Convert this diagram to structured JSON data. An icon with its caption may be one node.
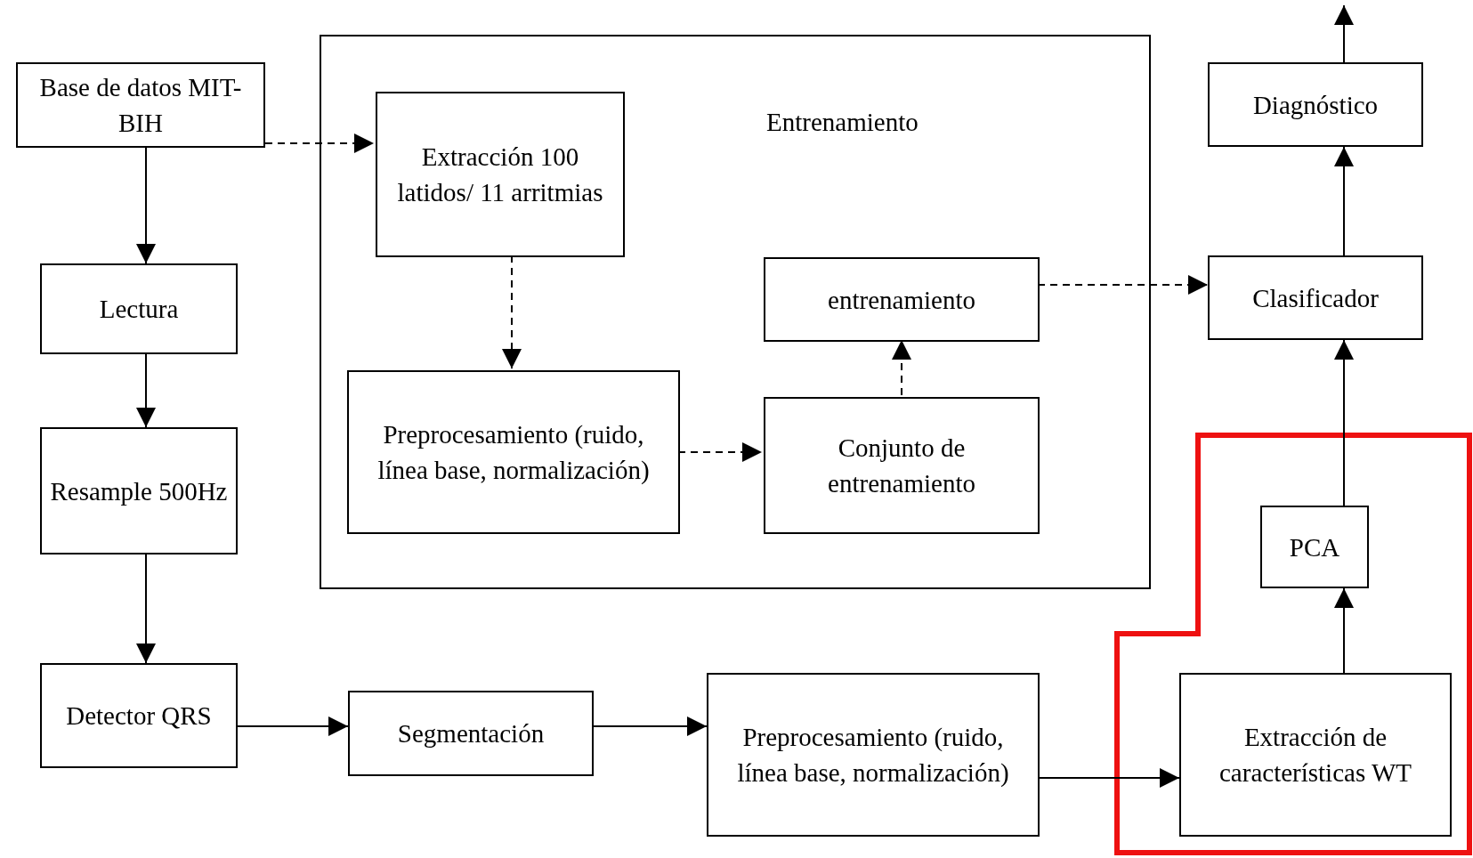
{
  "diagram": {
    "nodes": [
      {
        "text": [
          "Base de datos MIT-BIH"
        ]
      },
      {
        "text": [
          "Lectura"
        ]
      },
      {
        "text": [
          "Resample 500Hz"
        ]
      },
      {
        "text": [
          "Detector QRS"
        ]
      },
      {
        "text": [
          "Entrenamiento"
        ]
      },
      {
        "text": [
          "Extracción 100 latidos/ 11 arritmias"
        ],
        "in": 4
      },
      {
        "text": [
          "entrenamiento"
        ],
        "in": 4
      },
      {
        "text": [
          "Preprocesamiento (ruido, línea base, normalización)"
        ],
        "in": 4
      },
      {
        "text": [
          "Conjunto de entrenamiento"
        ],
        "in": 4
      },
      {
        "text": [
          "Diagnóstico"
        ]
      },
      {
        "text": [
          "Clasificador"
        ]
      },
      {
        "text": [
          "PCA"
        ]
      },
      {
        "text": [
          "Segmentación"
        ]
      },
      {
        "text": [
          "Preprocesamiento (ruido, línea base, normalización)"
        ]
      },
      {
        "text": [
          "Extracción de características WT"
        ]
      }
    ],
    "edges": [
      {
        "from": 0,
        "to": 5,
        "arrow": "to",
        "style": "dashed"
      },
      {
        "from": 0,
        "to": 1,
        "arrow": "to"
      },
      {
        "from": 1,
        "to": 2,
        "arrow": "to"
      },
      {
        "from": 2,
        "to": 3,
        "arrow": "to"
      },
      {
        "from": 3,
        "to": 12,
        "arrow": "to"
      },
      {
        "from": 12,
        "to": 13,
        "arrow": "to"
      },
      {
        "from": 13,
        "to": 14,
        "arrow": "to"
      },
      {
        "from": 14,
        "to": 11,
        "arrow": "to"
      },
      {
        "from": 11,
        "to": 10,
        "arrow": "to"
      },
      {
        "from": 10,
        "to": 9,
        "arrow": "to"
      },
      {
        "from": 9,
        "to": null,
        "arrow": "to"
      },
      {
        "from": 5,
        "to": 7,
        "arrow": "to",
        "style": "dashed"
      },
      {
        "from": 7,
        "to": 8,
        "arrow": "to",
        "style": "dashed"
      },
      {
        "from": 8,
        "to": 6,
        "arrow": "to",
        "style": "dashed"
      },
      {
        "from": 6,
        "to": 10,
        "arrow": "to",
        "style": "dashed"
      }
    ]
  }
}
